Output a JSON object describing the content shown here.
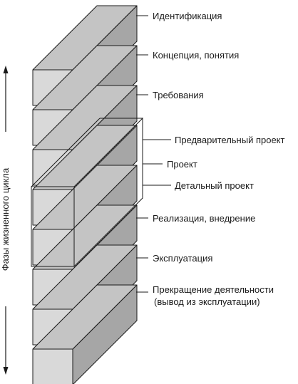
{
  "axis": {
    "label": "Фазы жизненного цикла"
  },
  "phases": [
    {
      "label": "Идентификация"
    },
    {
      "label": "Концепция, понятия"
    },
    {
      "label": "Требования"
    },
    {
      "label": "Предварительный проект"
    },
    {
      "label": "Проект"
    },
    {
      "label": "Детальный проект"
    },
    {
      "label": "Реализация, внедрение"
    },
    {
      "label": "Эксплуатация"
    },
    {
      "label": "Прекращение деятельности",
      "label2": "(вывод из эксплуатации)"
    }
  ],
  "colors": {
    "front": "#d9d9d9",
    "side": "#a6a6a6",
    "top": "#c4c4c4",
    "stroke": "#1a1a1a"
  }
}
